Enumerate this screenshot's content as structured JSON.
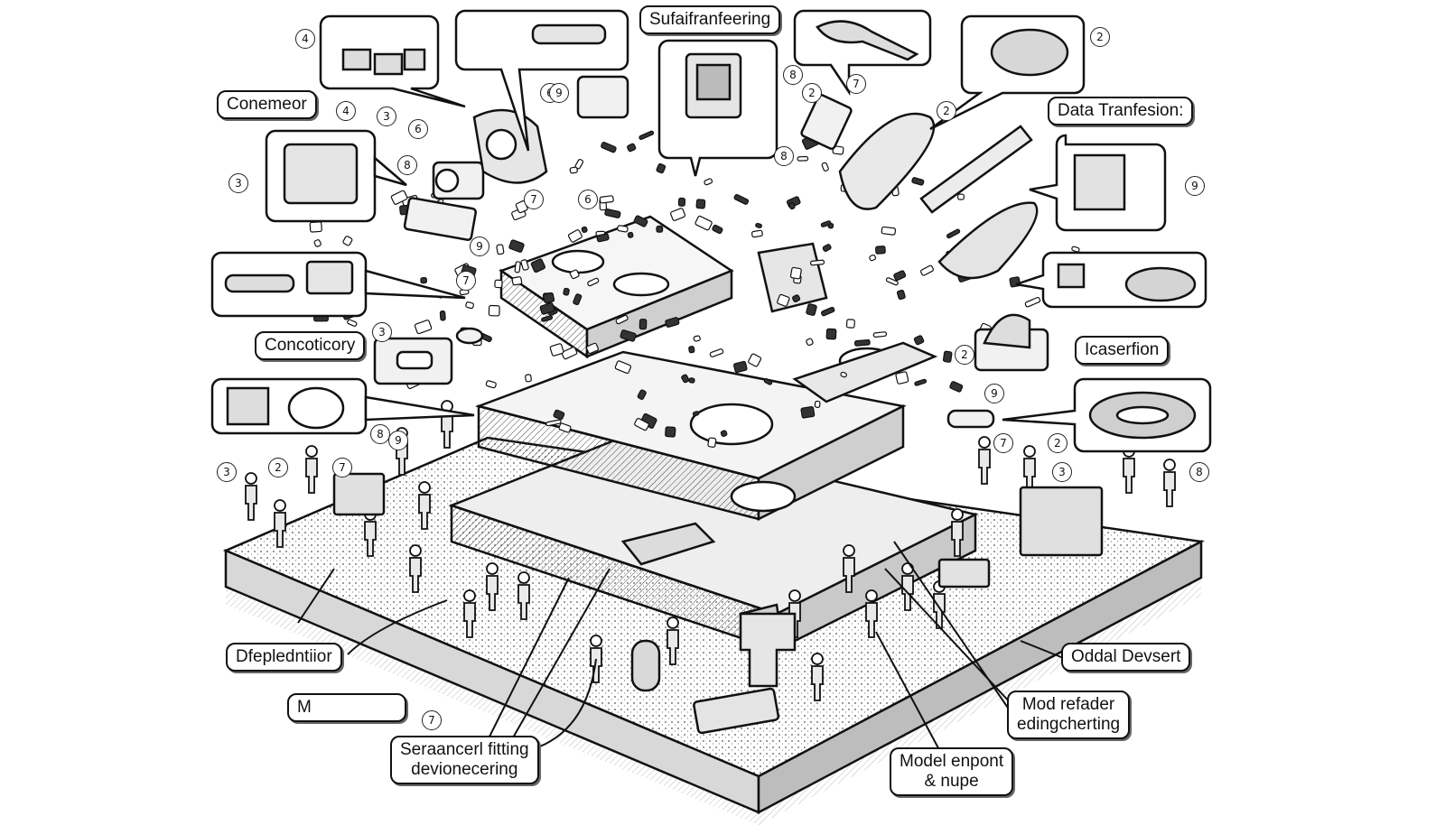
{
  "labels": {
    "top_center": "Sufaifranfeering",
    "top_left": "Conemeor",
    "top_right": "Data Tranfesion:",
    "mid_left": "Concoticory",
    "mid_right": "Icaserfion",
    "low_left": "Dfepledntiior",
    "low_right": "Oddal Devsert",
    "bottom_left_partial": "M",
    "bottom_center": [
      "Seraancerl fitting",
      "devionecering"
    ],
    "bottom_mid": [
      "Model enpont",
      "& nupe"
    ],
    "bottom_right": [
      "Mod refader",
      "edingcherting"
    ]
  },
  "markers": [
    "4",
    "4",
    "3",
    "6",
    "8",
    "3",
    "9",
    "6",
    "8",
    "7",
    "2",
    "2",
    "2",
    "9",
    "7",
    "3",
    "8",
    "9",
    "3",
    "2",
    "7",
    "2",
    "9",
    "7",
    "2",
    "3",
    "8",
    "8",
    "6",
    "7",
    "9",
    "7"
  ],
  "colors": {
    "ink": "#111111",
    "paper": "#ffffff",
    "shade": "#cfcfcf"
  }
}
